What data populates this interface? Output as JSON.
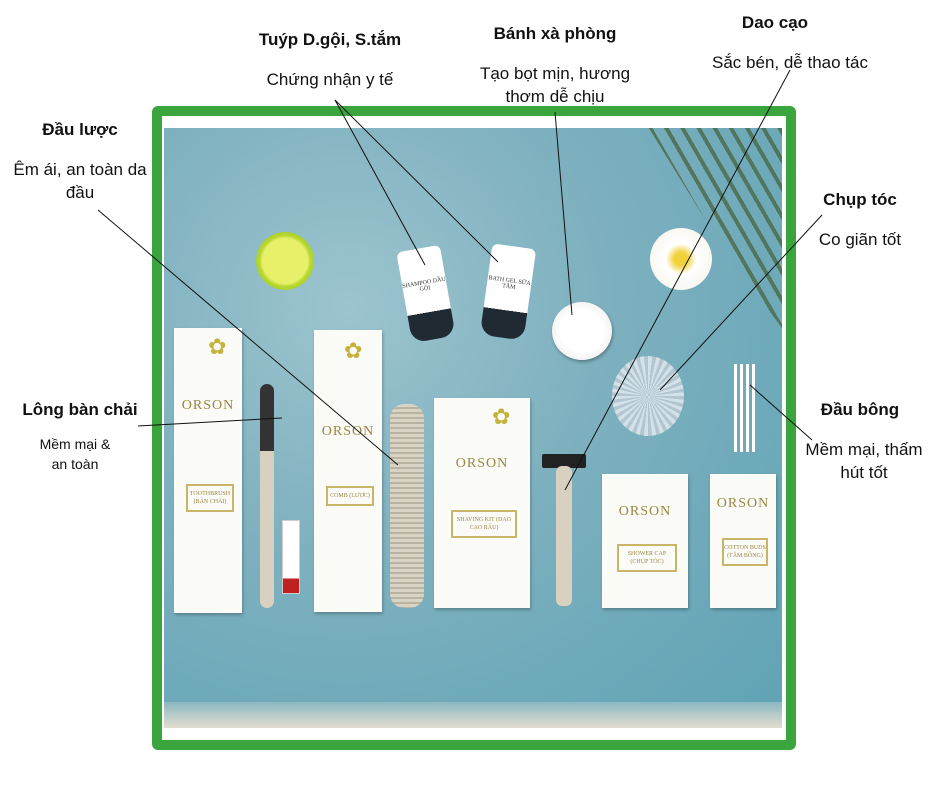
{
  "annotations": {
    "tubes": {
      "title": "Tuýp D.gội, S.tắm",
      "desc": "Chứng nhận y tế"
    },
    "soap": {
      "title": "Bánh xà phòng",
      "desc": "Tạo bọt mịn, hương thơm dễ chịu"
    },
    "razor": {
      "title": "Dao cạo",
      "desc": "Sắc bén, dễ thao tác"
    },
    "comb": {
      "title": "Đầu lược",
      "desc": "Êm ái, an toàn da đầu"
    },
    "shower_cap": {
      "title": "Chụp tóc",
      "desc": "Co giãn tốt"
    },
    "toothbrush": {
      "title": "Lông bàn chải",
      "desc": "Mềm mại & an toàn"
    },
    "cotton_buds": {
      "title": "Đầu bông",
      "desc": "Mềm mại, thấm hút tốt"
    }
  },
  "products": {
    "brand": "ORSON",
    "toothbrush": "TOOTHBRUSH (BÀN CHẢI)",
    "comb": "COMB (LƯỢC)",
    "shaving_kit": "SHAVING KIT (DAO CẠO RÂU)",
    "shower_cap": "SHOWER CAP (CHỤP TÓC)",
    "cotton_buds": "COTTON BUDS (TĂM BÔNG)",
    "shampoo": "SHAMPOO DẦU GỘI",
    "bath_gel": "BATH GEL SỮA TẮM"
  },
  "colors": {
    "frame": "#3aa53c",
    "background": "#7fb1bf"
  }
}
